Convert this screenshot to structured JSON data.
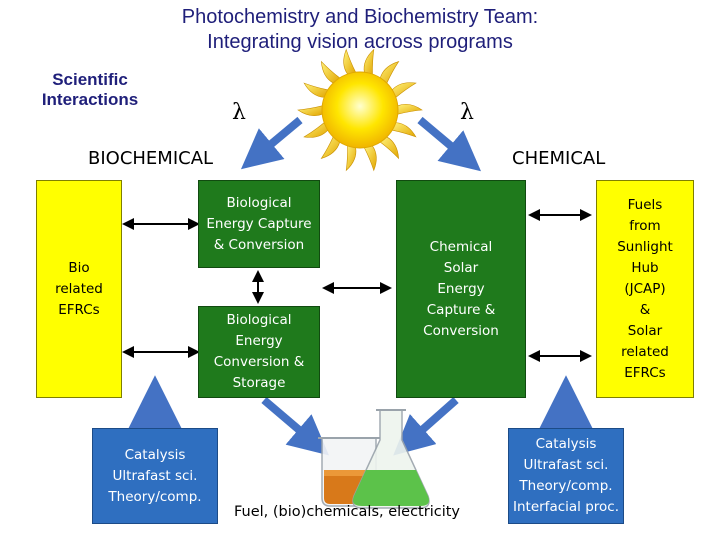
{
  "title": {
    "line1": "Photochemistry and Biochemistry Team:",
    "line2": "Integrating vision across programs"
  },
  "scientific_interactions": "Scientific\nInteractions",
  "lambda_left": "λ",
  "lambda_right": "λ",
  "headings": {
    "biochemical": "BIOCHEMICAL",
    "chemical": "CHEMICAL"
  },
  "boxes": {
    "bio_efrcs": "Bio\nrelated\nEFRCs",
    "bio_capture": "Biological\nEnergy Capture\n& Conversion",
    "bio_storage": "Biological\nEnergy\nConversion &\nStorage",
    "chem_capture": "Chemical\nSolar\nEnergy\nCapture &\nConversion",
    "fuels_hub": "Fuels\nfrom\nSunlight\nHub\n(JCAP)\n&\nSolar\nrelated\nEFRCs",
    "catalysis_left": "Catalysis\nUltrafast sci.\nTheory/comp.",
    "catalysis_right": "Catalysis\nUltrafast sci.\nTheory/comp.\nInterfacial proc."
  },
  "output_caption": "Fuel, (bio)chemicals, electricity",
  "colors": {
    "yellow_box": "#ffff00",
    "green_box": "#1f7a1c",
    "blue_box": "#2f6fc0",
    "arrow_blue": "#4472c4",
    "title_text": "#1f1f7a"
  },
  "icons": [
    "sun-icon",
    "beaker-flask-icon"
  ]
}
